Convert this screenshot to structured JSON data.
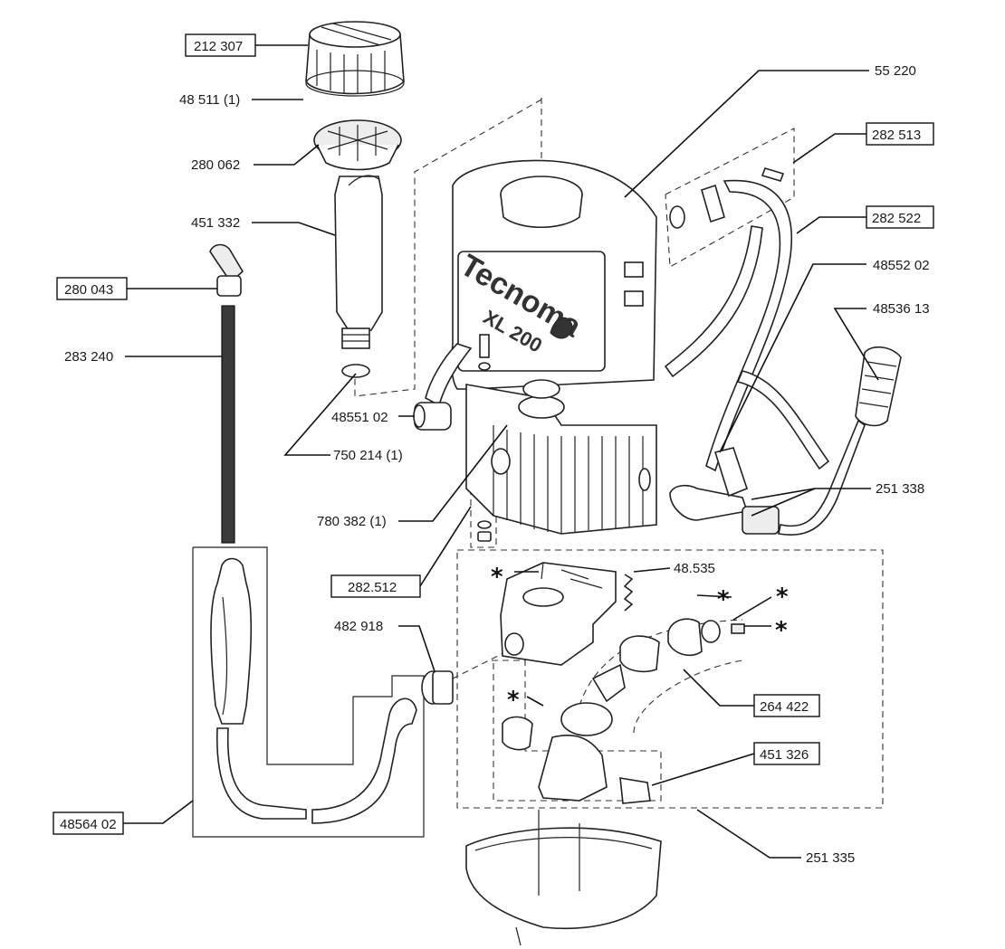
{
  "diagram": {
    "brand_text": "Tecnoma",
    "model_text": "XL 200",
    "asterisk": "*",
    "labels": {
      "p212307": "212 307",
      "p48511": "48 511 (1)",
      "p280062": "280 062",
      "p451332": "451 332",
      "p280043": "280 043",
      "p283240": "283 240",
      "p4855102": "48551 02",
      "p750214": "750 214 (1)",
      "p780382": "780 382 (1)",
      "p282512": "282.512",
      "p482918": "482 918",
      "p4856402": "48564 02",
      "p55220": "55 220",
      "p282513": "282 513",
      "p282522": "282 522",
      "p4855202": "48552 02",
      "p4853613": "48536 13",
      "p251338": "251 338",
      "p48535": "48.535",
      "p264422": "264 422",
      "p451326": "451 326",
      "p251335": "251 335"
    }
  }
}
